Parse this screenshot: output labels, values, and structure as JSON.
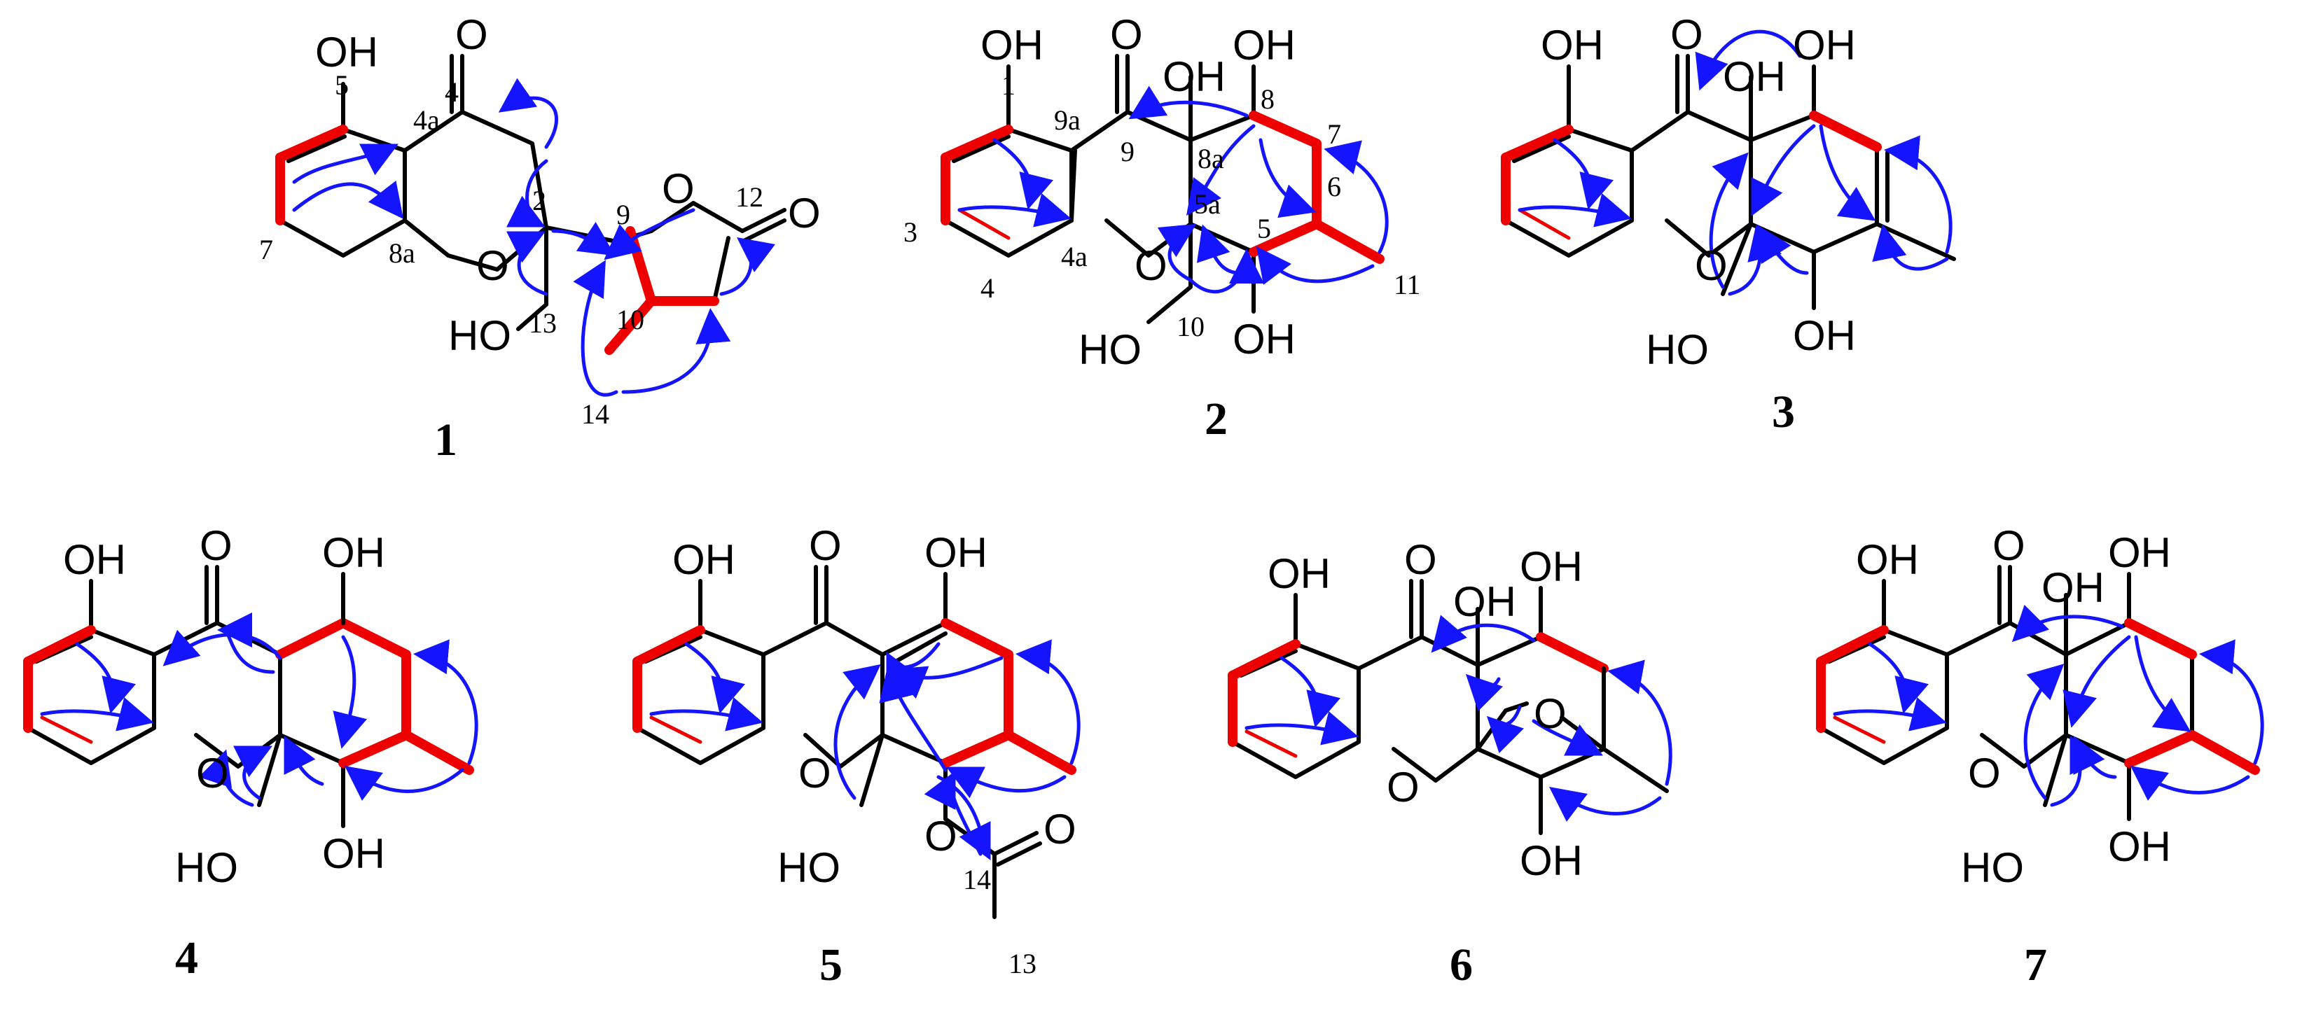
{
  "compounds": [
    {
      "id": "1",
      "atoms": [
        "OH",
        "O",
        "O",
        "O",
        "O",
        "HO"
      ],
      "positions": [
        "5",
        "4a",
        "4",
        "7",
        "8a",
        "2",
        "9",
        "12",
        "13",
        "10",
        "14"
      ]
    },
    {
      "id": "2",
      "atoms": [
        "OH",
        "O",
        "OH",
        "OH",
        "O",
        "OH",
        "HO"
      ],
      "positions": [
        "1",
        "9a",
        "9",
        "8a",
        "8",
        "7",
        "3",
        "5a",
        "5",
        "6",
        "4a",
        "4",
        "11",
        "10"
      ]
    },
    {
      "id": "3",
      "atoms": [
        "OH",
        "O",
        "OH",
        "OH",
        "O",
        "OH",
        "HO"
      ],
      "positions": []
    },
    {
      "id": "4",
      "atoms": [
        "OH",
        "O",
        "OH",
        "O",
        "OH",
        "HO"
      ],
      "positions": []
    },
    {
      "id": "5",
      "atoms": [
        "OH",
        "O",
        "OH",
        "O",
        "O",
        "O",
        "HO"
      ],
      "positions": [
        "14",
        "13"
      ]
    },
    {
      "id": "6",
      "atoms": [
        "OH",
        "O",
        "OH",
        "OH",
        "O",
        "O",
        "OH"
      ],
      "positions": []
    },
    {
      "id": "7",
      "atoms": [
        "OH",
        "O",
        "OH",
        "OH",
        "O",
        "OH",
        "HO"
      ],
      "positions": []
    }
  ],
  "colors": {
    "bond": "#000000",
    "cosy_bond": "#ee0000",
    "hmbc_arrow": "#1414ff"
  }
}
